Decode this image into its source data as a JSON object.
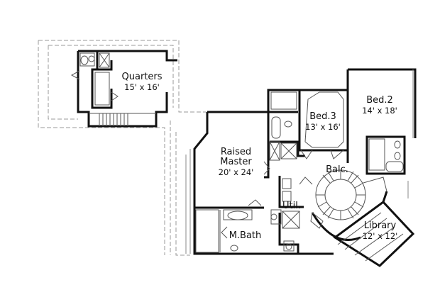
{
  "plan": {
    "type": "upper floor plan",
    "rooms": [
      {
        "id": "quarters",
        "name": "Quarters",
        "dim": "15' x 16'"
      },
      {
        "id": "bed3",
        "name": "Bed.3",
        "dim": "13' x 16'"
      },
      {
        "id": "bed2",
        "name": "Bed.2",
        "dim": "14' x 18'"
      },
      {
        "id": "master",
        "name": "Raised Master",
        "name_line1": "Raised",
        "name_line2": "Master",
        "dim": "20' x 24'"
      },
      {
        "id": "balc",
        "name": "Balc."
      },
      {
        "id": "util",
        "name": "Util."
      },
      {
        "id": "mbath",
        "name": "M.Bath"
      },
      {
        "id": "library",
        "name": "Library",
        "dim": "12' x 12'"
      }
    ],
    "colors": {
      "wall": "#111111",
      "thin": "#555555",
      "dashed": "#9a9a9a",
      "background": "#ffffff"
    }
  }
}
